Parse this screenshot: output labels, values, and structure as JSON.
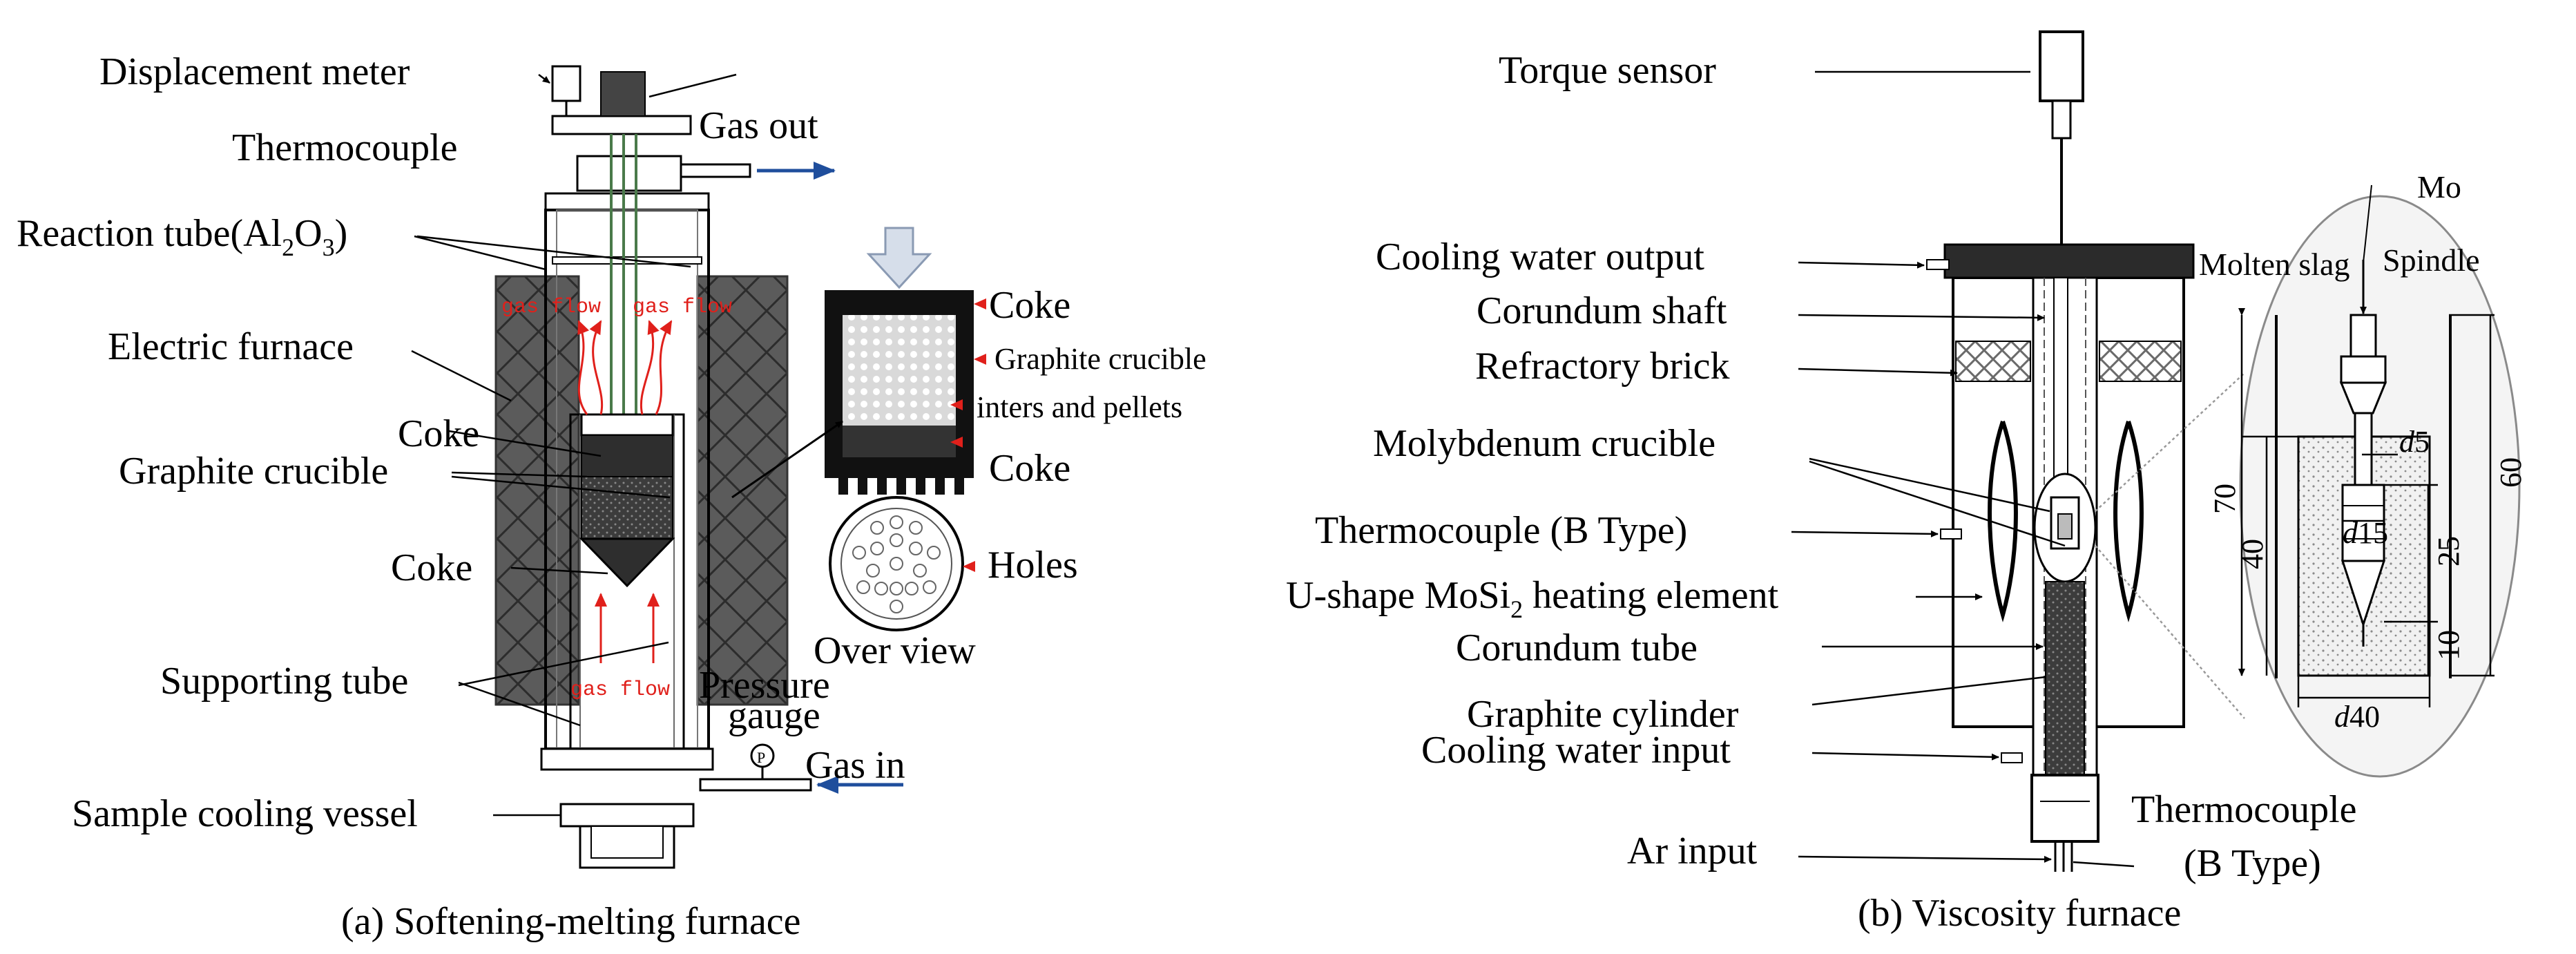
{
  "panel_a": {
    "caption": "(a) Softening-melting furnace",
    "labels": {
      "displacement_meter": "Displacement meter",
      "thermocouple": "Thermocouple",
      "gas_out": "Gas out",
      "reaction_tube_prefix": "Reaction tube(Al",
      "reaction_tube_sub1": "2",
      "reaction_tube_mid": "O",
      "reaction_tube_sub2": "3",
      "reaction_tube_suffix": ")",
      "electric_furnace": "Electric furnace",
      "coke_upper": "Coke",
      "graphite_crucible": "Graphite crucible",
      "coke_lower": "Coke",
      "supporting_tube": "Supporting tube",
      "pressure_gauge_1": "Pressure",
      "pressure_gauge_2": "gauge",
      "gas_in": "Gas in",
      "sample_cooling_vessel": "Sample cooling vessel",
      "gas_flow_left": "gas flow",
      "gas_flow_right": "gas flow",
      "gas_flow_bottom": "gas flow",
      "pressure_symbol": "P"
    },
    "inset": {
      "coke_top": "Coke",
      "graphite_crucible": "Graphite crucible",
      "sinters_pellets": "inters and pellets",
      "coke_bottom": "Coke",
      "holes": "Holes",
      "over_view": "Over view"
    }
  },
  "panel_b": {
    "caption": "(b) Viscosity furnace",
    "labels": {
      "torque_sensor": "Torque sensor",
      "cooling_water_output": "Cooling water output",
      "corundum_shaft": "Corundum shaft",
      "refractory_brick": "Refractory brick",
      "molybdenum_crucible": "Molybdenum crucible",
      "thermocouple_b": "Thermocouple (B Type)",
      "heating_prefix": "U-shape MoSi",
      "heating_sub": "2",
      "heating_suffix": " heating element",
      "corundum_tube": "Corundum tube",
      "graphite_cylinder": "Graphite cylinder",
      "cooling_water_input": "Cooling water input",
      "ar_input": "Ar input",
      "thermocouple_bottom_1": "Thermocouple",
      "thermocouple_bottom_2": "(B Type)"
    },
    "detail": {
      "mo": "Mo",
      "spindle": "Spindle",
      "molten_slag": "Molten slag",
      "dims": {
        "d5_italic": "d",
        "d5_num": "5",
        "d15_italic": "d",
        "d15_num": "15",
        "d40_italic": "d",
        "d40_num": "40",
        "h70": "70",
        "h40": "40",
        "h60": "60",
        "h25": "25",
        "h10": "10"
      }
    }
  },
  "colors": {
    "furnace_fill": "#5b5b5b",
    "gas_arrow": "#1f4e9c",
    "red_flow": "#e0201b",
    "crucible_fill": "#3a3a3a"
  }
}
